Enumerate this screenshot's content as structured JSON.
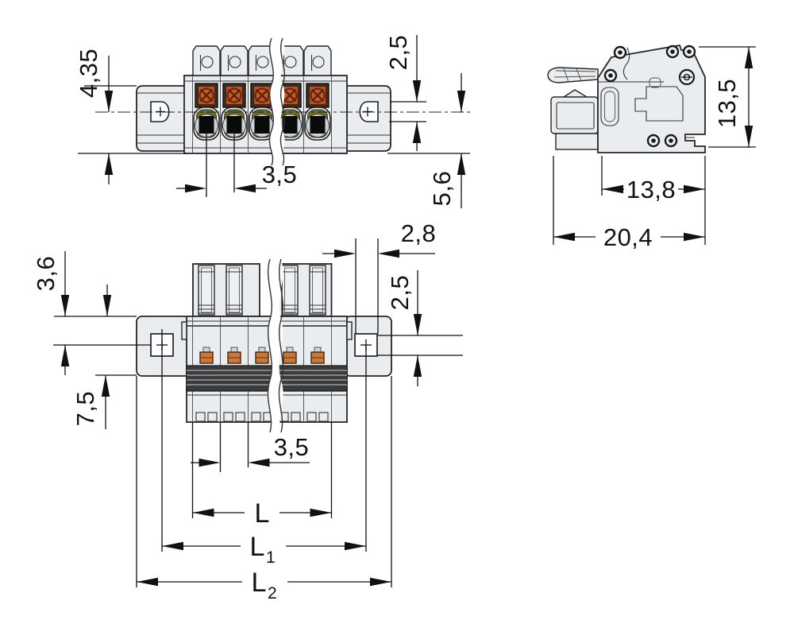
{
  "drawing_title": "connector-dimension-drawing",
  "colors": {
    "body_fill": "#e9edf0",
    "clamp_orange": "#c05a26",
    "clamp_orange_dark": "#63230a",
    "contact_copper": "#c8793b",
    "funnel_olive": "#6f6e29",
    "band_dark": "#3b3b3b",
    "line_black": "#111111"
  },
  "views": {
    "front": {
      "dims": {
        "flange_hole_offset": "4,35",
        "pitch": "3,5",
        "hole_height": "2,5",
        "center_to_bottom": "5,6"
      }
    },
    "side": {
      "dims": {
        "height": "13,5",
        "body_depth": "13,8",
        "total_depth": "20,4"
      }
    },
    "top": {
      "dims": {
        "hole_center_offset": "3,6",
        "hole_width": "2,8",
        "hole_height": "2,5",
        "flange_depth": "7,5",
        "pitch": "3,5",
        "length": {
          "base": "L"
        },
        "length1": {
          "base": "L",
          "sub": "1"
        },
        "length2": {
          "base": "L",
          "sub": "2"
        }
      }
    }
  }
}
